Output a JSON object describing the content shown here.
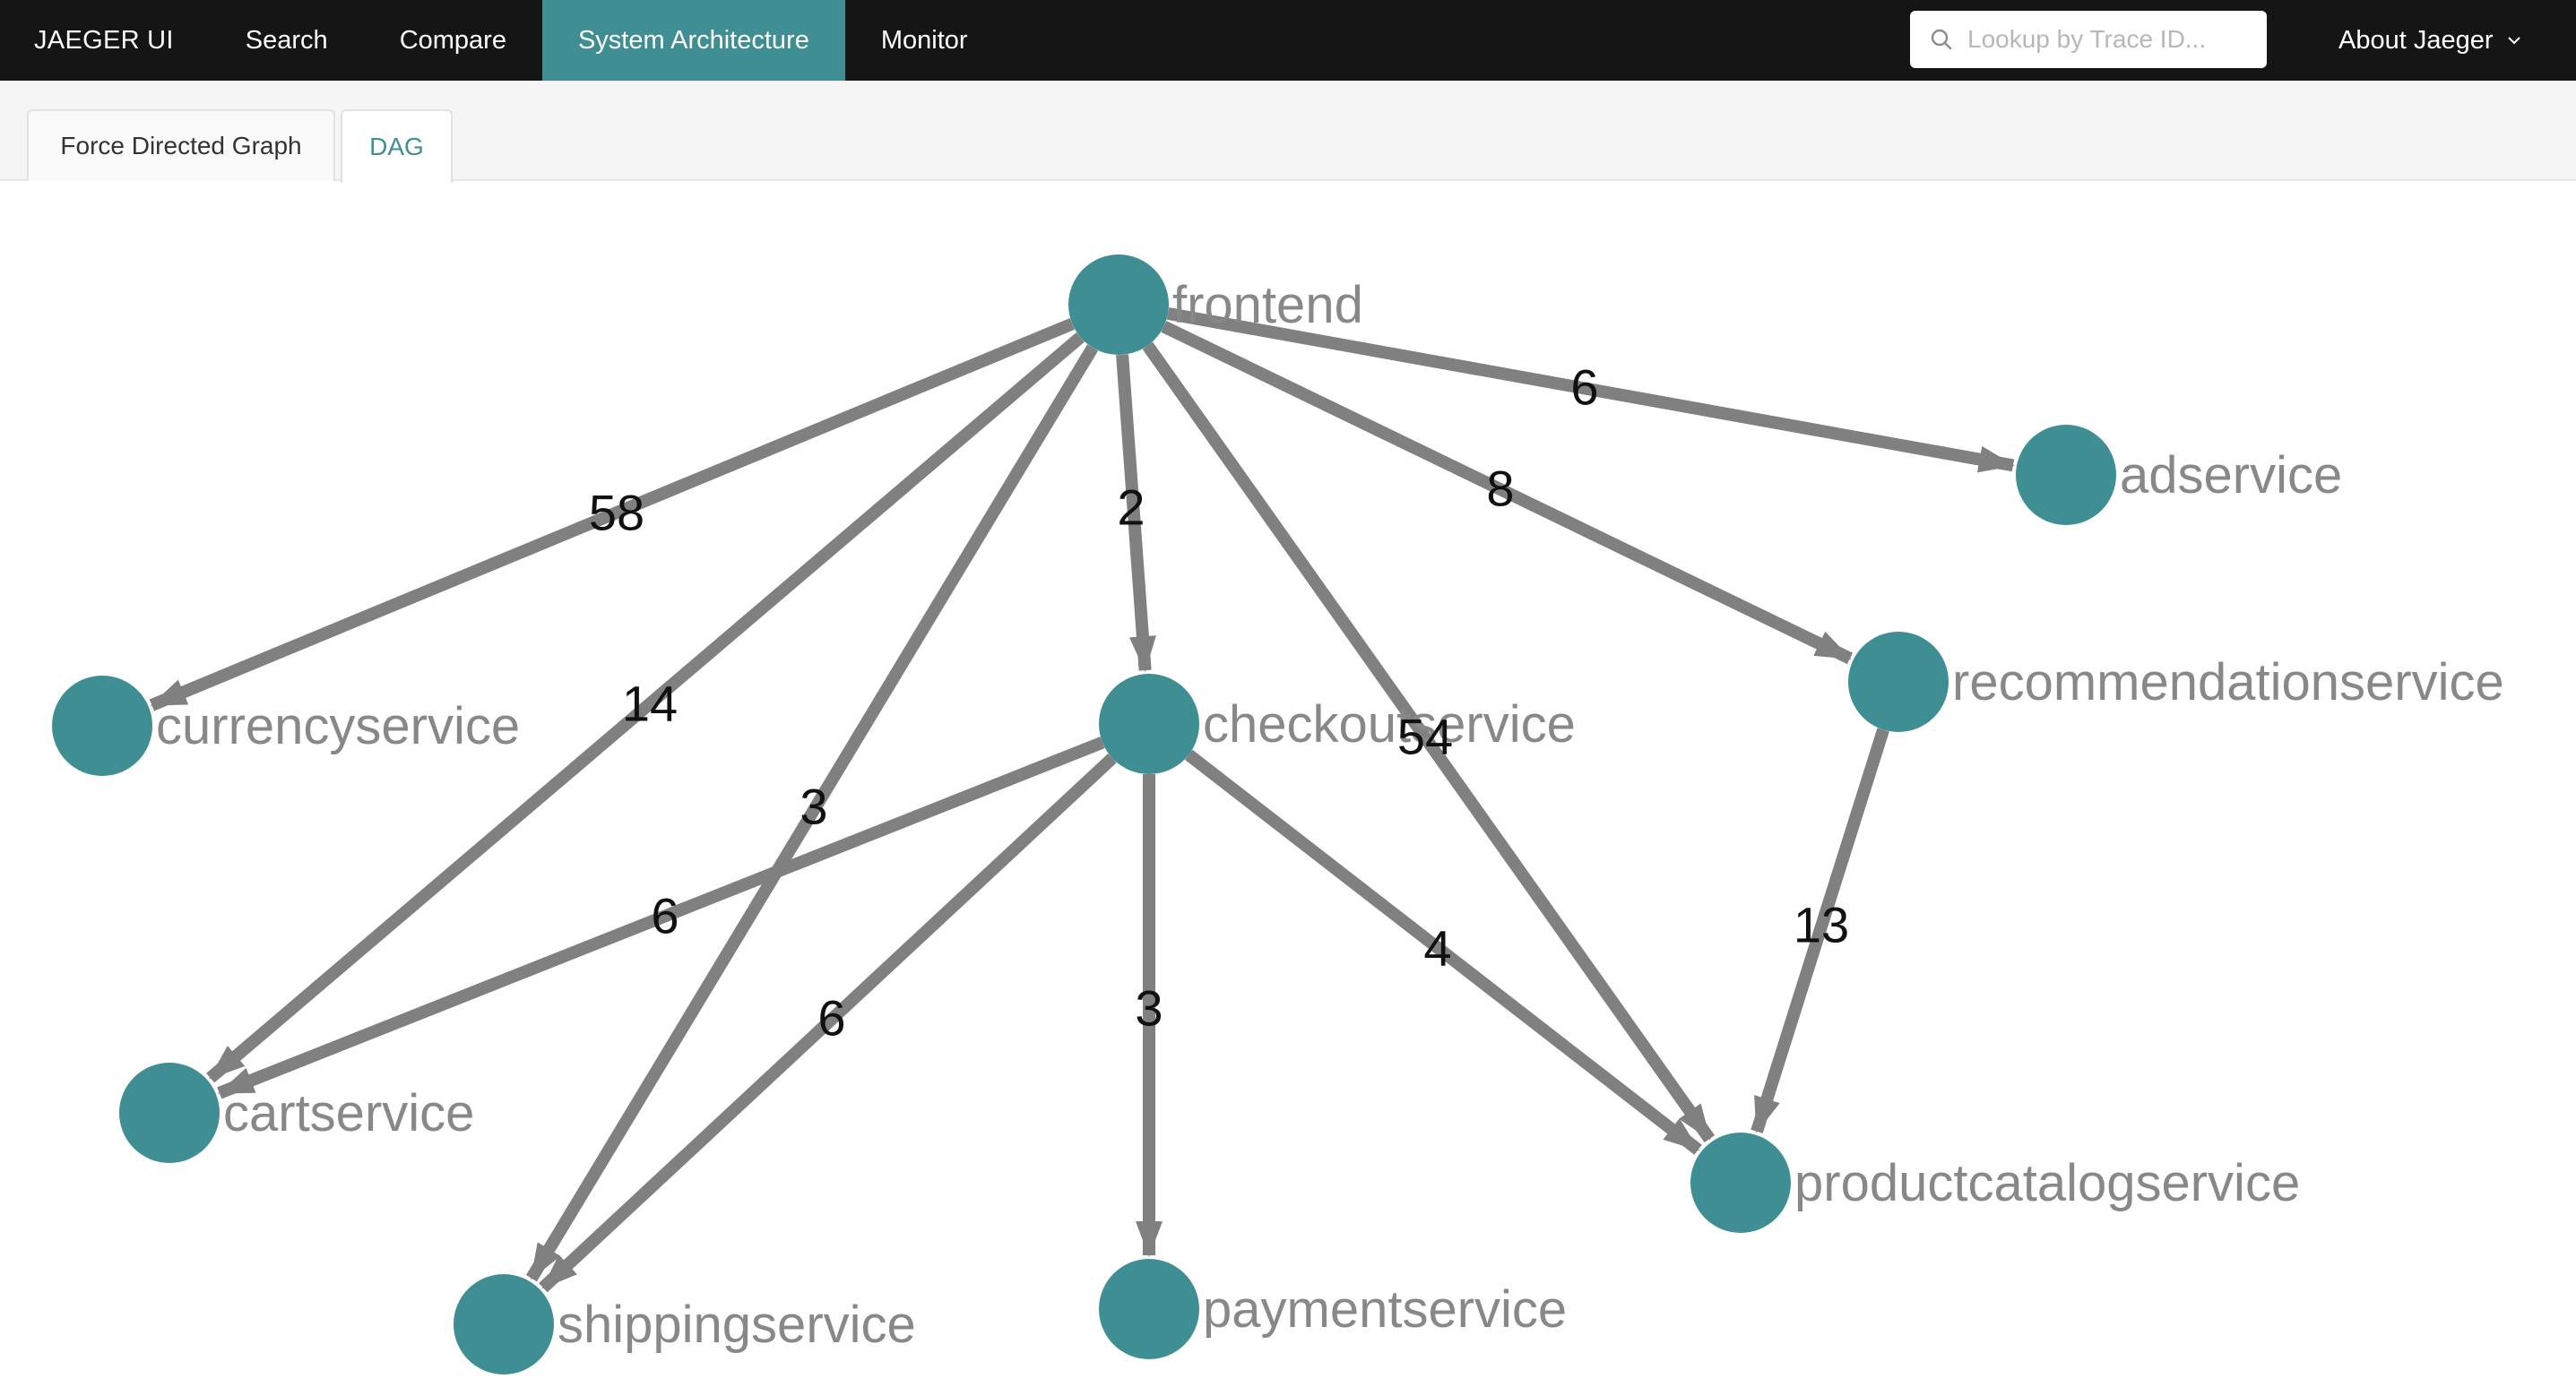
{
  "nav": {
    "brand": "JAEGER UI",
    "items": [
      "Search",
      "Compare",
      "System Architecture",
      "Monitor"
    ],
    "active": "System Architecture",
    "search_placeholder": "Lookup by Trace ID...",
    "about": "About Jaeger"
  },
  "tabs": [
    {
      "label": "Force Directed Graph",
      "active": false
    },
    {
      "label": "DAG",
      "active": true
    }
  ],
  "colors": {
    "accent": "#3f8e93",
    "nav_bg": "#151515",
    "node": "#3f8e93",
    "edge": "#808080",
    "node_label": "#888888",
    "edge_label": "#111111"
  },
  "graph": {
    "nodes": [
      {
        "id": "frontend",
        "label": "frontend"
      },
      {
        "id": "adservice",
        "label": "adservice"
      },
      {
        "id": "recommendationservice",
        "label": "recommendationservice"
      },
      {
        "id": "currencyservice",
        "label": "currencyservice"
      },
      {
        "id": "checkoutservice",
        "label": "checkoutservice"
      },
      {
        "id": "cartservice",
        "label": "cartservice"
      },
      {
        "id": "productcatalogservice",
        "label": "productcatalogservice"
      },
      {
        "id": "shippingservice",
        "label": "shippingservice"
      },
      {
        "id": "paymentservice",
        "label": "paymentservice"
      }
    ],
    "edges": [
      {
        "from": "frontend",
        "to": "currencyservice",
        "label": "58"
      },
      {
        "from": "frontend",
        "to": "cartservice",
        "label": "14"
      },
      {
        "from": "frontend",
        "to": "shippingservice",
        "label": "3"
      },
      {
        "from": "frontend",
        "to": "checkoutservice",
        "label": "2"
      },
      {
        "from": "frontend",
        "to": "productcatalogservice",
        "label": "54"
      },
      {
        "from": "frontend",
        "to": "recommendationservice",
        "label": "8"
      },
      {
        "from": "frontend",
        "to": "adservice",
        "label": "6"
      },
      {
        "from": "checkoutservice",
        "to": "cartservice",
        "label": "6"
      },
      {
        "from": "checkoutservice",
        "to": "shippingservice",
        "label": "6"
      },
      {
        "from": "checkoutservice",
        "to": "paymentservice",
        "label": "3"
      },
      {
        "from": "checkoutservice",
        "to": "productcatalogservice",
        "label": "4"
      },
      {
        "from": "recommendationservice",
        "to": "productcatalogservice",
        "label": "13"
      }
    ]
  }
}
